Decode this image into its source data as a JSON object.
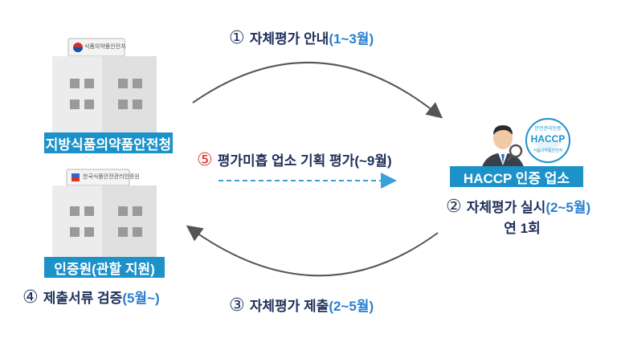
{
  "regional_agency": {
    "sign": "식품의약품안전처",
    "label": "지방식품의약품안전청"
  },
  "cert_agency": {
    "sign": "한국식품안전관리인증원",
    "label": "인증원(관할 지원)"
  },
  "business": {
    "label": "HACCP 인증 업소",
    "badge_top": "안전관리인증",
    "badge_main": "HACCP",
    "badge_bottom": "식품의약품안전처"
  },
  "steps": {
    "s1": {
      "num": "①",
      "text": "자체평가 안내",
      "period": "(1~3월)"
    },
    "s2": {
      "num": "②",
      "text": "자체평가 실시",
      "period": "(2~5월)",
      "note": "연 1회"
    },
    "s3": {
      "num": "③",
      "text": "자체평가 제출",
      "period": "(2~5월)"
    },
    "s4": {
      "num": "④",
      "text": "제출서류 검증",
      "period": "(5월~)"
    },
    "s5": {
      "num": "⑤",
      "text": "평가미흡 업소 기획 평가",
      "period": "(~9월)"
    }
  },
  "colors": {
    "label_blue": "#1c92c9",
    "text_navy": "#1f2f5a",
    "highlight_blue": "#2a7fd0",
    "step5_red": "#d8342b",
    "arrow_gray": "#555555",
    "dashed_blue": "#3aa0d8"
  }
}
